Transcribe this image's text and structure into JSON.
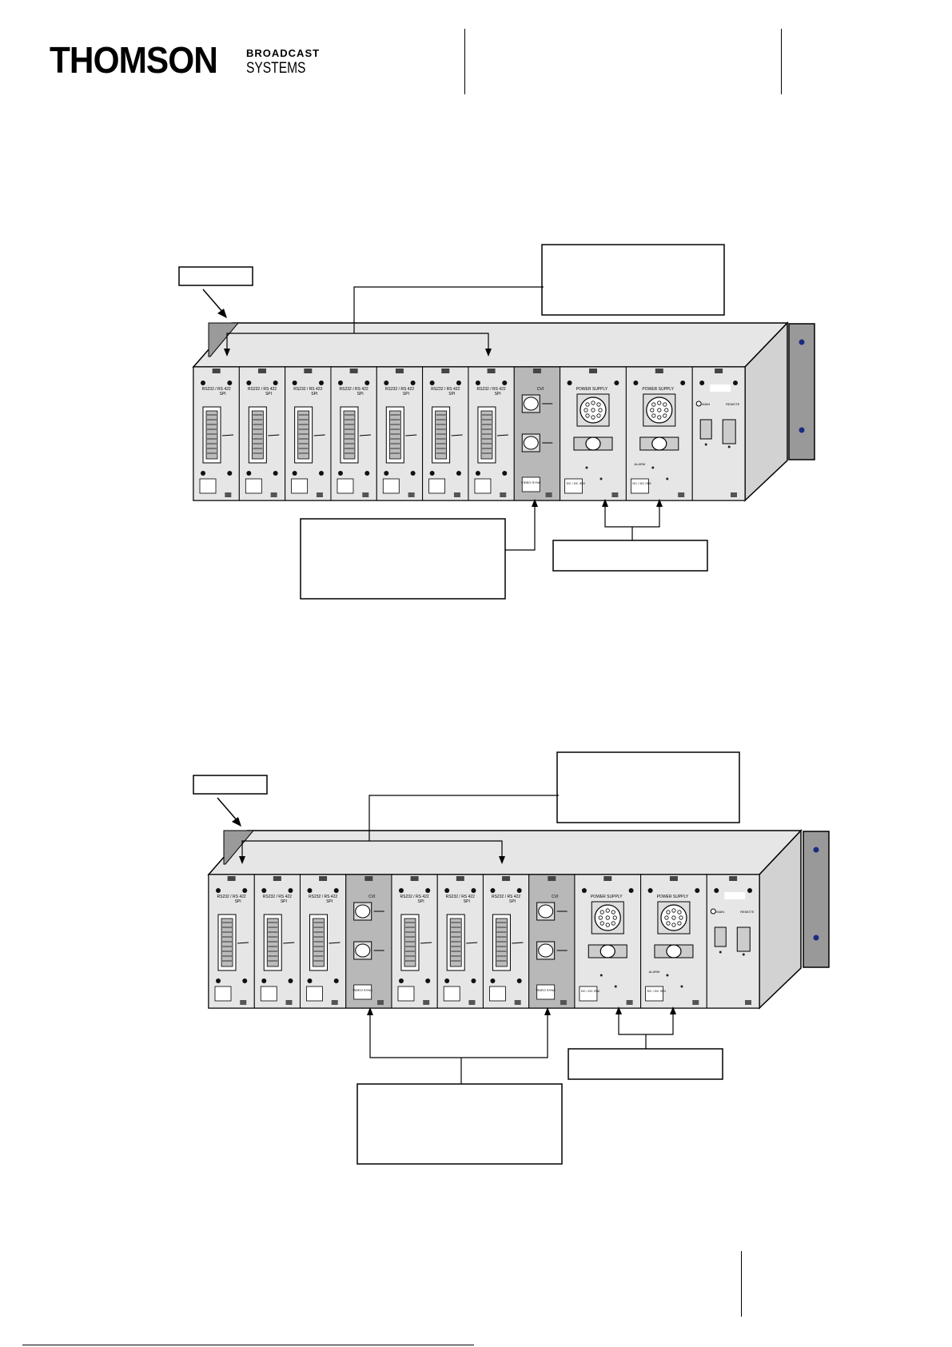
{
  "header": {
    "brand": "THOMSON",
    "brand_sub_1": "BROADCAST",
    "brand_sub_2": "SYSTEMS"
  },
  "modules": {
    "serial_label": "RS232 / RS 422",
    "serial_sub": "SPI",
    "video_label": "CVI",
    "video_bottom": "VIDEO SYNC",
    "psu_label": "POWER SUPPLY",
    "psu_bottom": "DC / DC ISM",
    "alarm_label": "ALARM",
    "main_label": "MAIN",
    "remote_label": "REMOTE"
  },
  "figure1": {
    "slots": [
      "serial",
      "serial",
      "serial",
      "serial",
      "serial",
      "serial",
      "serial",
      "video",
      "psu",
      "psu",
      "ctrl"
    ]
  },
  "figure2": {
    "slots": [
      "serial",
      "serial",
      "serial",
      "video",
      "serial",
      "serial",
      "serial",
      "video",
      "psu",
      "psu",
      "ctrl"
    ]
  }
}
